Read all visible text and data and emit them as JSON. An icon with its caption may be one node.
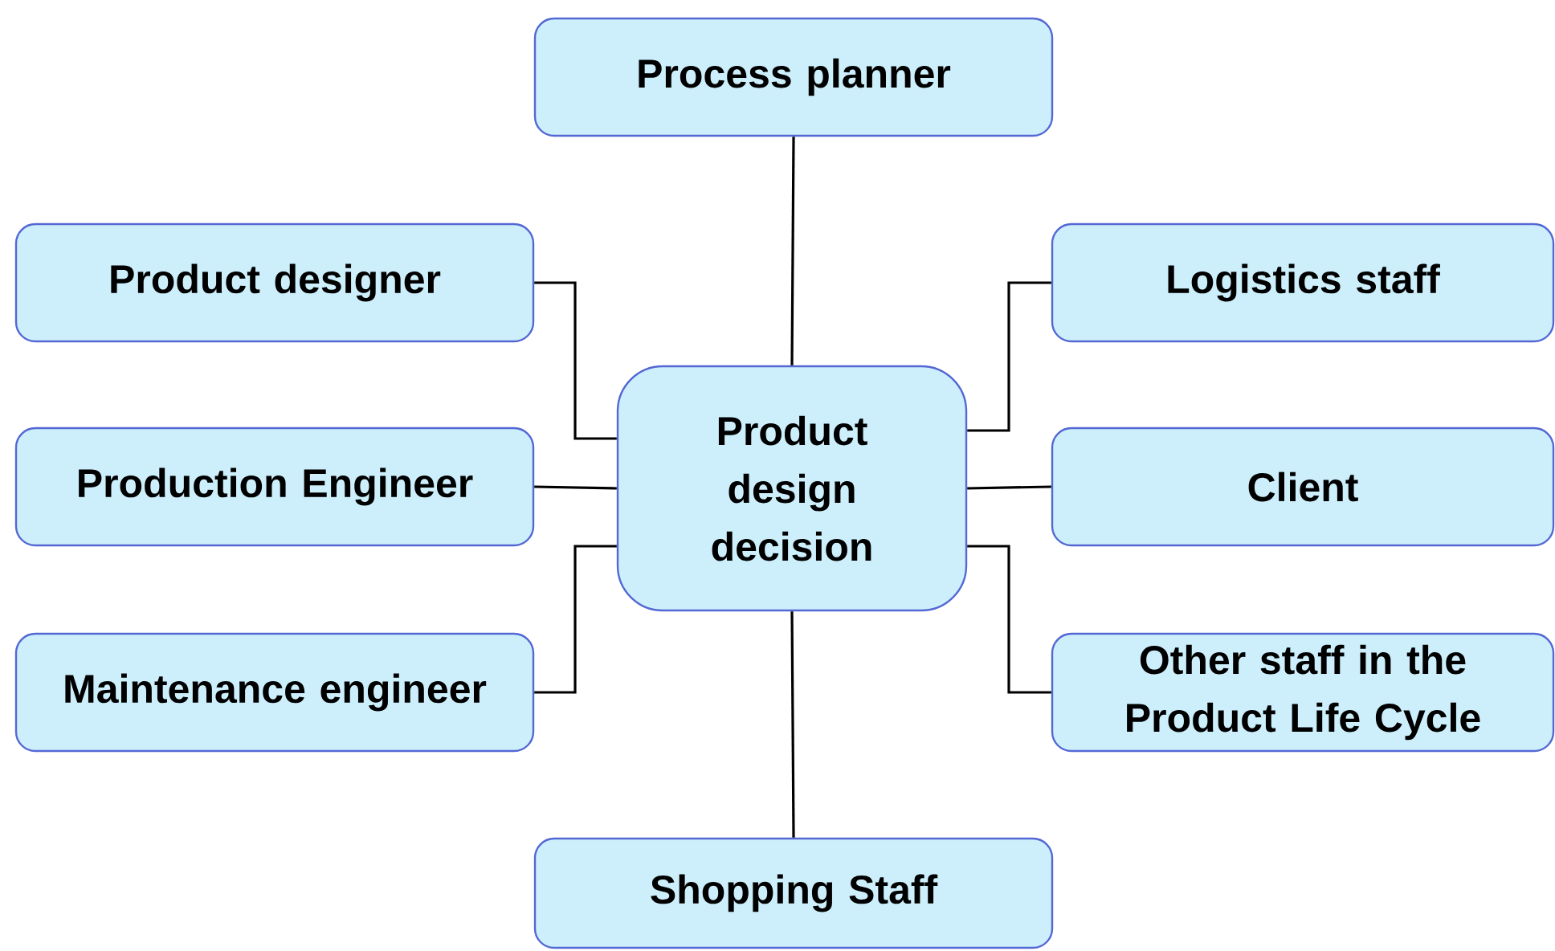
{
  "diagram": {
    "nodes": [
      {
        "text": [
          "Process planner"
        ]
      },
      {
        "text": [
          "Product designer"
        ]
      },
      {
        "text": [
          "Logistics staff"
        ]
      },
      {
        "text": [
          "Production Engineer"
        ]
      },
      {
        "text": [
          "Product design decision"
        ]
      },
      {
        "text": [
          "Client"
        ]
      },
      {
        "text": [
          "Maintenance engineer"
        ]
      },
      {
        "text": [
          "Other staff in the Product Life Cycle"
        ]
      },
      {
        "text": [
          "Shopping Staff"
        ]
      }
    ],
    "edges": [
      {
        "from": 0,
        "to": 4,
        "arrow": "none"
      },
      {
        "from": 1,
        "to": 4,
        "arrow": "none"
      },
      {
        "from": 2,
        "to": 4,
        "arrow": "none"
      },
      {
        "from": 3,
        "to": 4,
        "arrow": "none"
      },
      {
        "from": 5,
        "to": 4,
        "arrow": "none"
      },
      {
        "from": 6,
        "to": 4,
        "arrow": "none"
      },
      {
        "from": 7,
        "to": 4,
        "arrow": "none"
      },
      {
        "from": 8,
        "to": 4,
        "arrow": "none"
      }
    ]
  }
}
